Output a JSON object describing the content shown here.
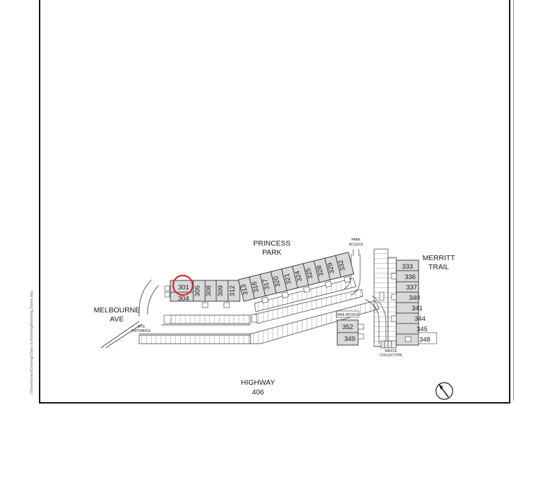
{
  "streets": {
    "princess_park": [
      "PRINCESS",
      "PARK"
    ],
    "merritt_trail": [
      "MERRITT",
      "TRAIL"
    ],
    "melbourne_ave": [
      "MELBOURNE",
      "AVE"
    ],
    "highway": [
      "HIGHWAY",
      "406"
    ]
  },
  "labels": {
    "site_entrance": [
      "SITE",
      "ENTRANCE"
    ],
    "park_access": [
      "PARK",
      "ACCESS"
    ],
    "mail_boxes": "MAIL BOXES",
    "waste_collection": [
      "WASTE",
      "COLLECTION"
    ]
  },
  "highlighted_unit": "301",
  "units": {
    "block_a_top": [
      "301"
    ],
    "block_a_bottom": [
      "304"
    ],
    "block_a_vertical": [
      "305",
      "308",
      "309",
      "312"
    ],
    "block_b": [
      "313",
      "316",
      "317",
      "320",
      "321",
      "324",
      "325",
      "328",
      "329",
      "332"
    ],
    "block_c": [
      "333",
      "336",
      "337",
      "340",
      "341",
      "344",
      "345",
      "348"
    ],
    "block_d": [
      "352",
      "349"
    ]
  },
  "side_note": "J:\\Development\\Drawings\\Sales & Marketing\\Marketing Sheets.dwg",
  "colors": {
    "highlight": "#d62b2b",
    "building_fill": "#d9d9d9",
    "line": "#1a1a1a"
  }
}
